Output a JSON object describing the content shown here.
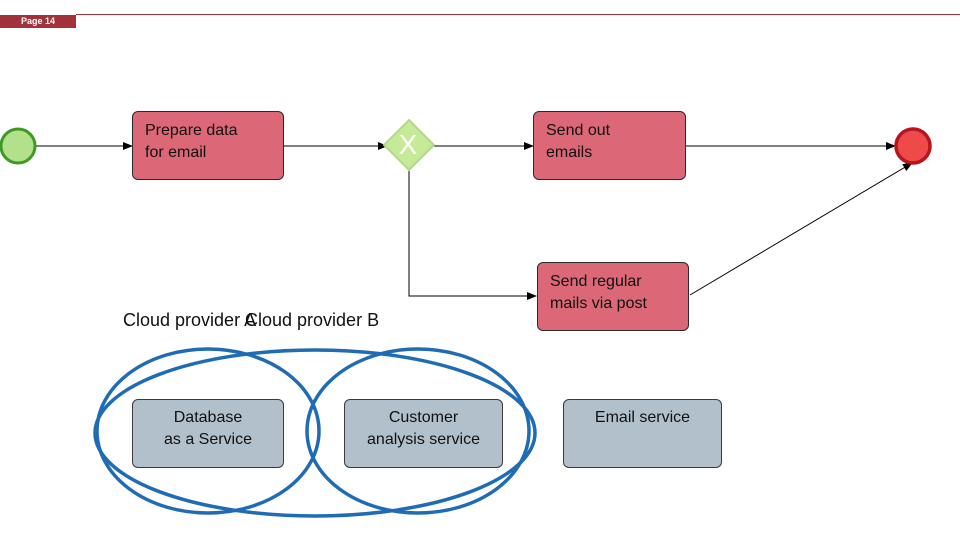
{
  "header": {
    "page_label": "Page 14"
  },
  "process": {
    "start_event": "start-event",
    "end_event": "end-event",
    "gateway": {
      "symbol": "X"
    },
    "tasks": {
      "prepare": [
        "Prepare data",
        "for email"
      ],
      "send_emails": [
        "Send out",
        "emails"
      ],
      "send_mail": [
        "Send regular",
        "mails via post"
      ]
    }
  },
  "clouds": {
    "provider_a": "Cloud provider A",
    "provider_b": "Cloud provider B"
  },
  "services": {
    "database": [
      "Database",
      "as a Service"
    ],
    "customer_analysis": [
      "Customer",
      "analysis service"
    ],
    "email": [
      "Email service"
    ]
  },
  "colors": {
    "brand": "#a3313a",
    "task_fill": "#dc6877",
    "service_fill": "#b1c0ca",
    "start_fill": "#b3e08a",
    "start_stroke": "#3d9a24",
    "end_fill": "#ef4a4a",
    "end_stroke": "#b8141d",
    "gateway_fill": "#c6ea98",
    "cloud_stroke": "#1f6cb4"
  }
}
